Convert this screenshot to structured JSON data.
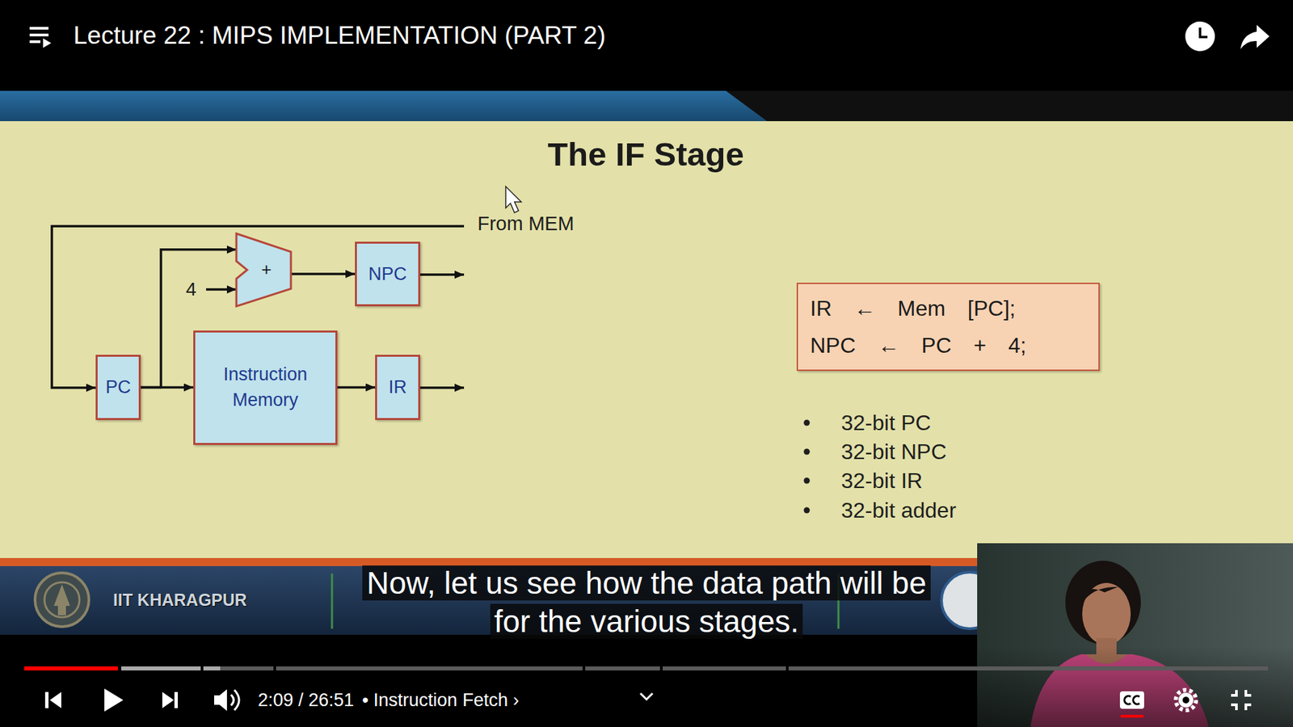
{
  "diagram": {
    "title": "The IF Stage",
    "nodes": [
      {
        "text": [
          "+"
        ]
      },
      {
        "text": [
          "NPC"
        ]
      },
      {
        "text": [
          "PC"
        ]
      },
      {
        "text": [
          "Instruction Memory"
        ]
      },
      {
        "text": [
          "IR"
        ]
      },
      {
        "text": [
          "IR ← Mem [PC];",
          "NPC ← PC + 4;"
        ]
      }
    ],
    "edges": [
      {
        "from": 2,
        "to": 3,
        "arrow": "to"
      },
      {
        "from": 3,
        "to": 4,
        "arrow": "to"
      },
      {
        "from": 2,
        "to": 0,
        "arrow": "to"
      },
      {
        "from": 0,
        "to": 1,
        "arrow": "to"
      }
    ],
    "labels": [
      "Lecture 22 : MIPS IMPLEMENTATION (PART 2)",
      "From MEM",
      "4",
      "32-bit PC",
      "32-bit NPC",
      "32-bit IR",
      "32-bit adder",
      "IIT KHARAGPUR",
      "Now, let us see how the data path will be for the various stages.",
      "2:09 / 26:51",
      "• Instruction Fetch ›"
    ]
  }
}
